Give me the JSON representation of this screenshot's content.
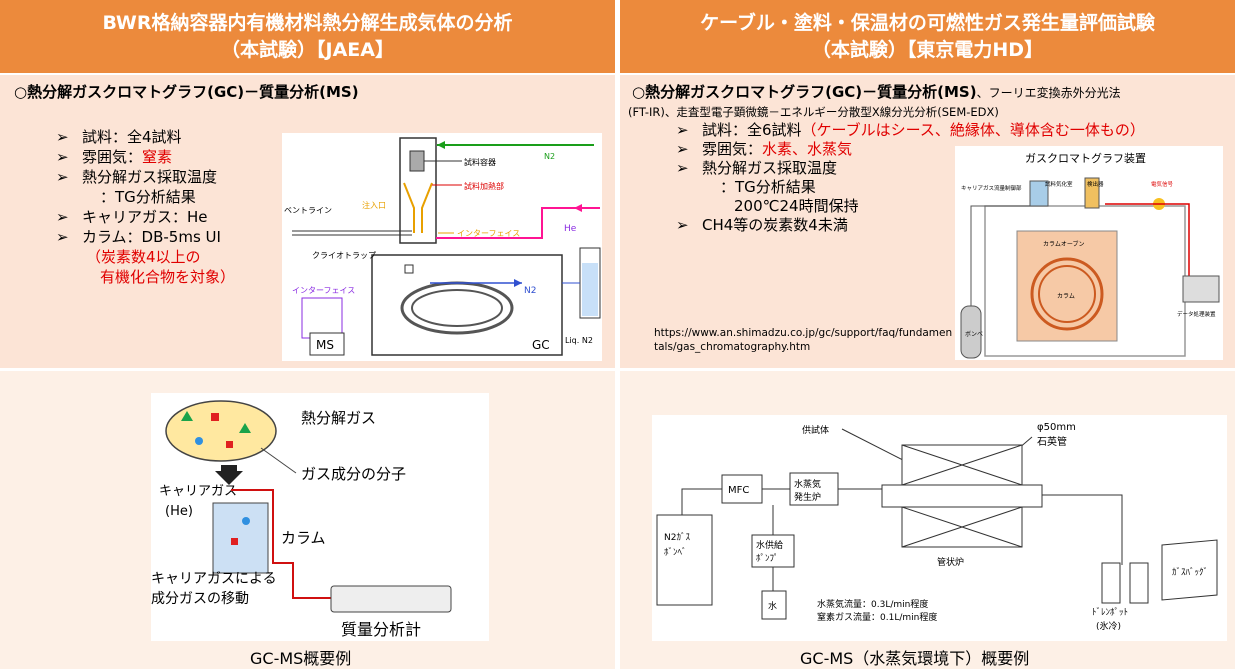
{
  "left_header": {
    "line1": "BWR格納容器内有機材料熱分解生成気体の分析",
    "line2": "（本試験）【JAEA】"
  },
  "right_header": {
    "line1": "ケーブル・塗料・保温材の可燃性ガス発生量評価試験",
    "line2": "（本試験）【東京電力HD】"
  },
  "left_panel": {
    "title": "○熱分解ガスクロマトグラフ(GC)－質量分析(MS)",
    "bullets": {
      "sample": "試料：全4試料",
      "atmos_label": "雰囲気：",
      "atmos_value": "窒素",
      "temp": "熱分解ガス採取温度",
      "temp_sub": "：TG分析結果",
      "carrier": "キャリアガス：He",
      "column": "カラム：DB-5ms UI",
      "note1": "（炭素数4以上の",
      "note2": "有機化合物を対象）"
    },
    "diagram": {
      "sample_container": "試料容器",
      "sample_heater": "試料加熱部",
      "n2": "N2",
      "vent": "ベントライン",
      "inlet": "注入口",
      "interface1": "インターフェイス",
      "he": "He",
      "cryo": "クライオトラップ",
      "interface2": "インターフェイス",
      "ms": "MS",
      "gc": "GC",
      "liqn2": "Liq. N2"
    }
  },
  "right_panel": {
    "title_bold": "○熱分解ガスクロマトグラフ(GC)－質量分析(MS)",
    "title_rest": "、フーリエ変換赤外分光法",
    "subtitle": "(FT-IR)、走査型電子顕微鏡－エネルギー分散型X線分光分析(SEM-EDX)",
    "bullets": {
      "sample_label": "試料：全6試料",
      "sample_note": "（ケーブルはシース、絶縁体、導体含む一体もの）",
      "atmos_label": "雰囲気：",
      "atmos_value": "水素、水蒸気",
      "temp": "熱分解ガス採取温度",
      "temp_sub1": "：TG分析結果",
      "temp_sub2": "200℃24時間保持",
      "carbon": "CH4等の炭素数4未満"
    },
    "url": "https://www.an.shimadzu.co.jp/gc/support/faq/fundamentals/gas_chromatography.htm",
    "diagram": {
      "title": "ガスクロマトグラフ装置",
      "carrier_ctrl": "キャリアガス流量制御部",
      "sample_inlet": "試料気化室",
      "detector": "検出器",
      "signal": "電気信号",
      "oven": "カラムオーブン",
      "column": "カラム",
      "data": "データ処理装置",
      "cylinder": "ボンベ"
    }
  },
  "bottom_left": {
    "labels": {
      "pyro_gas": "熱分解ガス",
      "molecule": "ガス成分の分子",
      "carrier": "キャリアガス",
      "he": "(He)",
      "column": "カラム",
      "move1": "キャリアガスによる",
      "move2": "成分ガスの移動",
      "ms": "質量分析計"
    },
    "caption": "GC-MS概要例"
  },
  "bottom_right": {
    "labels": {
      "specimen": "供試体",
      "phi": "φ50mm",
      "quartz": "石英管",
      "mfc": "MFC",
      "steam_gen1": "水蒸気",
      "steam_gen2": "発生炉",
      "n2_1": "N2ｶﾞｽ",
      "n2_2": "ﾎﾞﾝﾍﾞ",
      "pump1": "水供給",
      "pump2": "ﾎﾟﾝﾌﾟ",
      "furnace": "管状炉",
      "water": "水",
      "flow1": "水蒸気流量：0.3L/min程度",
      "flow2": "窒素ガス流量：0.1L/min程度",
      "drain1": "ﾄﾞﾚﾝﾎﾟｯﾄ",
      "drain2": "(氷冷)",
      "gasbag": "ｶﾞｽﾊﾞｯｸﾞ"
    },
    "caption": "GC-MS（水蒸気環境下）概要例"
  }
}
